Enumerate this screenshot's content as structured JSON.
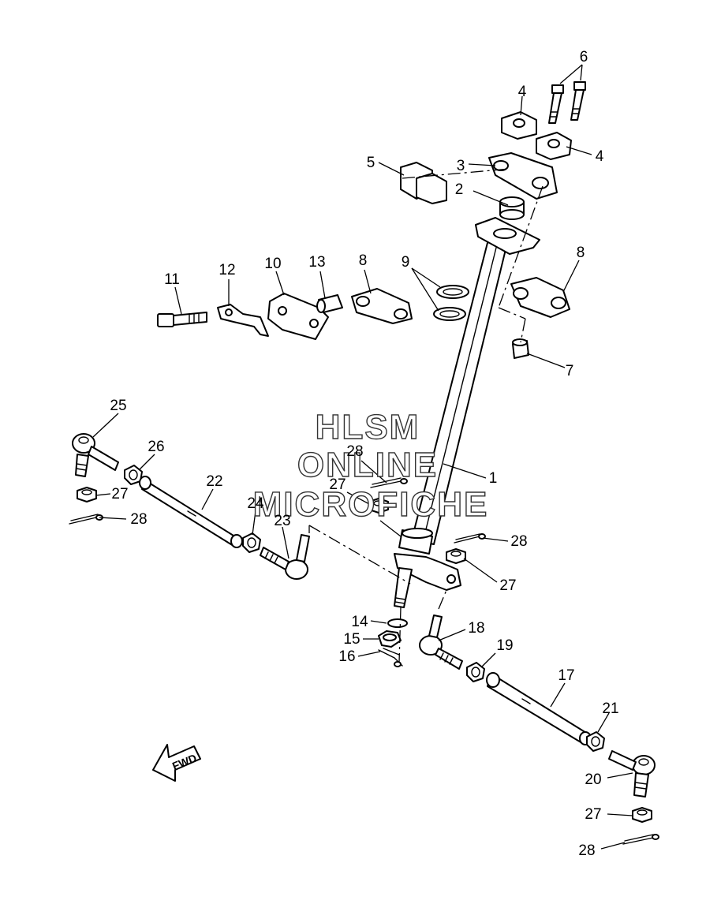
{
  "watermark": {
    "line1": "HLSM",
    "line2": "ONLINE",
    "line3": "MICROFICHE"
  },
  "fwd_arrow": {
    "label": "FWD"
  },
  "callouts": {
    "c1": "1",
    "c2": "2",
    "c3": "3",
    "c4a": "4",
    "c4b": "4",
    "c5": "5",
    "c6": "6",
    "c7": "7",
    "c8a": "8",
    "c8b": "8",
    "c9": "9",
    "c10": "10",
    "c11": "11",
    "c12": "12",
    "c13": "13",
    "c14": "14",
    "c15": "15",
    "c16": "16",
    "c17": "17",
    "c18": "18",
    "c19": "19",
    "c20": "20",
    "c21": "21",
    "c22": "22",
    "c23": "23",
    "c24": "24",
    "c25": "25",
    "c26": "26",
    "c27a": "27",
    "c27b": "27",
    "c27c": "27",
    "c27d": "27",
    "c28a": "28",
    "c28b": "28",
    "c28c": "28",
    "c28d": "28"
  }
}
